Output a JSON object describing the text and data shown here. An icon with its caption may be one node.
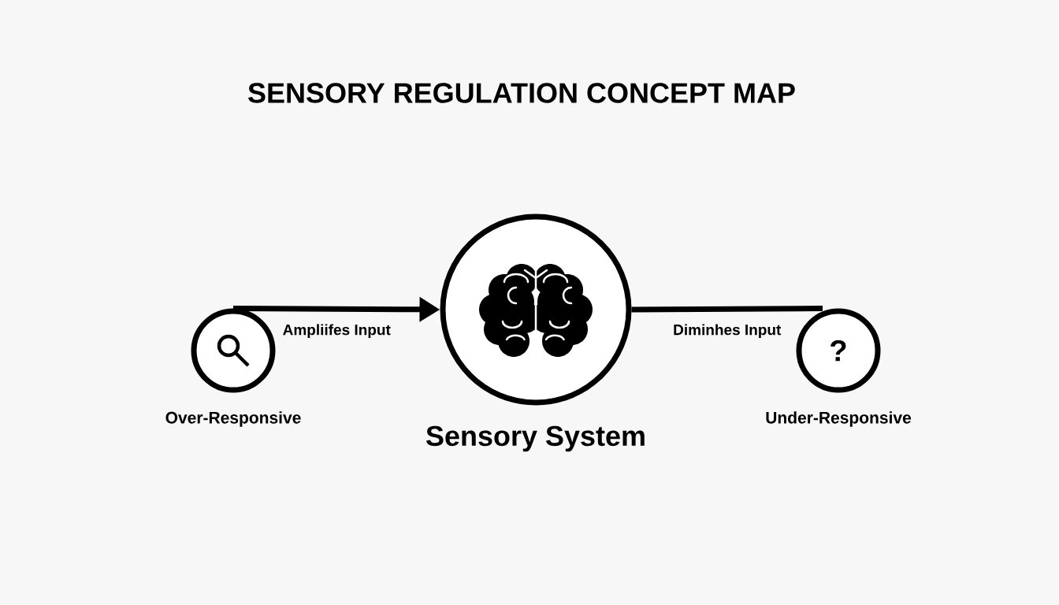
{
  "diagram": {
    "title": "SENSORY REGULATION CONCEPT MAP",
    "nodes": [
      {
        "text": [
          "Over-Responsive"
        ]
      },
      {
        "text": [
          "Sensory System"
        ]
      },
      {
        "text": [
          "?",
          "Under-Responsive"
        ]
      }
    ],
    "edges": [
      {
        "from": 0,
        "to": 1,
        "arrow": "to",
        "label": "Ampliifes Input"
      },
      {
        "from": 1,
        "to": 2,
        "arrow": "none",
        "label": "Diminhes Input"
      }
    ]
  }
}
